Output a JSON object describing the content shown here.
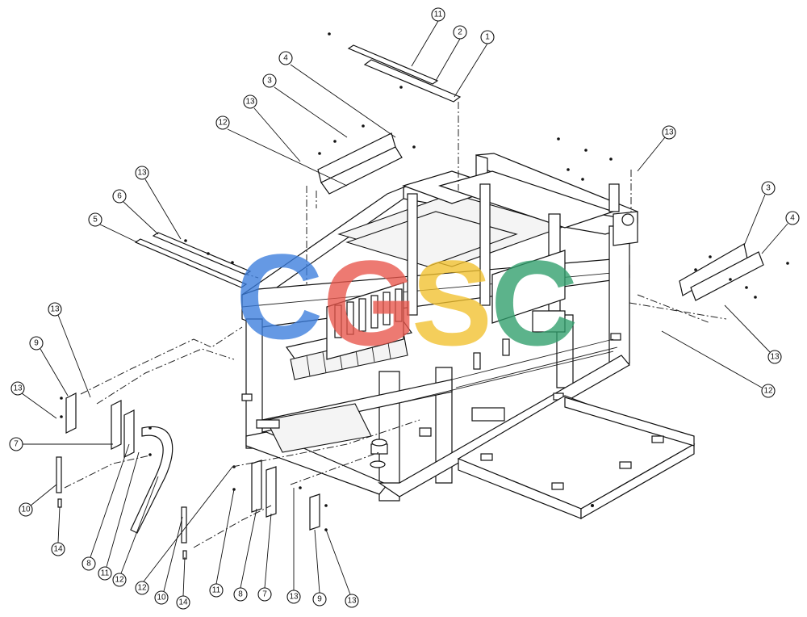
{
  "watermark": {
    "letters": [
      {
        "char": "C",
        "color": "#3b7ddd"
      },
      {
        "char": "G",
        "color": "#e8564b"
      },
      {
        "char": "S",
        "color": "#f2c12e"
      },
      {
        "char": "C",
        "color": "#2f9e6b"
      }
    ]
  },
  "callouts": [
    {
      "id": "c1",
      "label": "11"
    },
    {
      "id": "c2",
      "label": "2"
    },
    {
      "id": "c3",
      "label": "1"
    },
    {
      "id": "c4",
      "label": "4"
    },
    {
      "id": "c5",
      "label": "3"
    },
    {
      "id": "c6",
      "label": "13"
    },
    {
      "id": "c7",
      "label": "12"
    },
    {
      "id": "c8",
      "label": "13"
    },
    {
      "id": "c9",
      "label": "6"
    },
    {
      "id": "c10",
      "label": "5"
    },
    {
      "id": "c11",
      "label": "13"
    },
    {
      "id": "c12",
      "label": "3"
    },
    {
      "id": "c13",
      "label": "4"
    },
    {
      "id": "c14",
      "label": "13"
    },
    {
      "id": "c15",
      "label": "12"
    },
    {
      "id": "c16",
      "label": "13"
    },
    {
      "id": "c17",
      "label": "9"
    },
    {
      "id": "c18",
      "label": "13"
    },
    {
      "id": "c19",
      "label": "7"
    },
    {
      "id": "c20",
      "label": "10"
    },
    {
      "id": "c21",
      "label": "14"
    },
    {
      "id": "c22",
      "label": "8"
    },
    {
      "id": "c23",
      "label": "11"
    },
    {
      "id": "c24",
      "label": "12"
    },
    {
      "id": "c25",
      "label": "12"
    },
    {
      "id": "c26",
      "label": "10"
    },
    {
      "id": "c27",
      "label": "14"
    },
    {
      "id": "c28",
      "label": "11"
    },
    {
      "id": "c29",
      "label": "8"
    },
    {
      "id": "c30",
      "label": "7"
    },
    {
      "id": "c31",
      "label": "13"
    },
    {
      "id": "c32",
      "label": "9"
    },
    {
      "id": "c33",
      "label": "13"
    }
  ]
}
